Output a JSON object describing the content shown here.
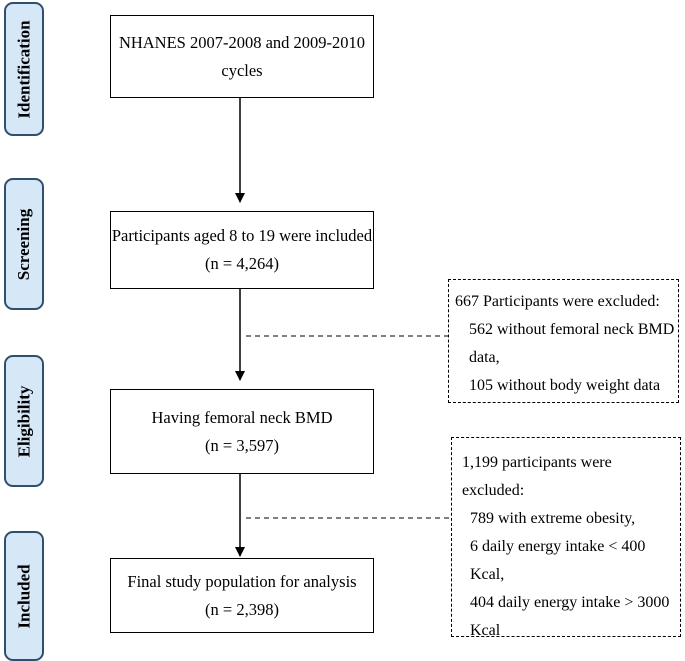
{
  "stages": [
    {
      "label": "Identification"
    },
    {
      "label": "Screening"
    },
    {
      "label": "Eligibility"
    },
    {
      "label": "Included"
    }
  ],
  "boxes": [
    {
      "line1": "NHANES 2007-2008 and 2009-2010",
      "line2": "cycles"
    },
    {
      "line1": "Participants aged 8 to 19 were included",
      "line2": "(n = 4,264)"
    },
    {
      "line1": "Having femoral neck BMD",
      "line2": "(n = 3,597)"
    },
    {
      "line1": "Final study population for analysis",
      "line2": "(n = 2,398)"
    }
  ],
  "exclusions": [
    {
      "lines": [
        "667 Participants were excluded:",
        "562 without femoral neck BMD",
        "data,",
        "105 without body weight data"
      ]
    },
    {
      "lines": [
        "1,199 participants were",
        "excluded:",
        "789 with extreme obesity,",
        "6 daily energy intake < 400",
        "Kcal,",
        "404 daily energy intake > 3000",
        "Kcal"
      ]
    }
  ]
}
